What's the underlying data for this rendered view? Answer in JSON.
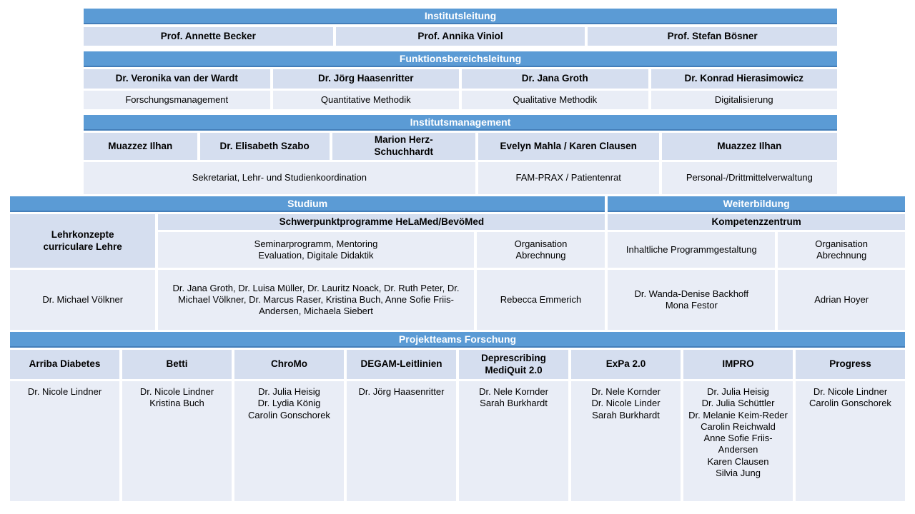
{
  "colors": {
    "header_blue": "#5B9BD5",
    "header_blue_border": "#447EB9",
    "cell_blue": "#D5DEEF",
    "cell_light": "#E9EDF6"
  },
  "institutsleitung": {
    "title": "Institutsleitung",
    "members": [
      "Prof. Annette Becker",
      "Prof. Annika Viniol",
      "Prof. Stefan Bösner"
    ]
  },
  "funktionsbereichsleitung": {
    "title": "Funktionsbereichsleitung",
    "members": [
      "Dr. Veronika van der Wardt",
      "Dr. Jörg Haasenritter",
      "Dr. Jana Groth",
      "Dr. Konrad Hierasimowicz"
    ],
    "functions": [
      "Forschungsmanagement",
      "Quantitative Methodik",
      "Qualitative Methodik",
      "Digitalisierung"
    ]
  },
  "institutsmanagement": {
    "title": "Institutsmanagement",
    "members": [
      "Muazzez Ilhan",
      "Dr. Elisabeth Szabo",
      "Marion Herz-\nSchuchhardt",
      "Evelyn Mahla / Karen Clausen",
      "Muazzez Ilhan"
    ],
    "functions": [
      "Sekretariat, Lehr- und Studienkoordination",
      "FAM-PRAX / Patientenrat",
      "Personal-/Drittmittelverwaltung"
    ]
  },
  "studium": {
    "title": "Studium",
    "lehrkonzepte_label": "Lehrkonzepte\ncurriculare Lehre",
    "lehrkonzepte_member": "Dr. Michael Völkner",
    "schwerpunkt_title": "Schwerpunktprogramme HeLaMed/BevöMed",
    "schwerpunkt_function": "Seminarprogramm, Mentoring\nEvaluation, Digitale Didaktik",
    "schwerpunkt_members": "Dr. Jana Groth, Dr. Luisa Müller, Dr. Lauritz Noack, Dr. Ruth Peter, Dr. Michael Völkner, Dr. Marcus Raser, Kristina Buch, Anne Sofie Friis-Andersen, Michaela Siebert",
    "organisation_function": "Organisation\nAbrechnung",
    "organisation_member": "Rebecca Emmerich"
  },
  "weiterbildung": {
    "title": "Weiterbildung",
    "kompetenz_title": "Kompetenzzentrum",
    "programm_function": "Inhaltliche Programmgestaltung",
    "programm_members": "Dr. Wanda-Denise Backhoff\nMona Festor",
    "organisation_function": "Organisation\nAbrechnung",
    "organisation_member": "Adrian Hoyer"
  },
  "projektteams": {
    "title": "Projektteams Forschung",
    "projects": [
      {
        "name": "Arriba Diabetes",
        "team": "Dr. Nicole Lindner"
      },
      {
        "name": "Betti",
        "team": "Dr. Nicole Lindner\nKristina Buch"
      },
      {
        "name": "ChroMo",
        "team": "Dr. Julia Heisig\nDr. Lydia König\nCarolin Gonschorek"
      },
      {
        "name": "DEGAM-Leitlinien",
        "team": "Dr. Jörg Haasenritter"
      },
      {
        "name": "Deprescribing\nMediQuit 2.0",
        "team": "Dr. Nele Kornder\nSarah Burkhardt"
      },
      {
        "name": "ExPa 2.0",
        "team": "Dr. Nele Kornder\nDr. Nicole Linder\nSarah Burkhardt"
      },
      {
        "name": "IMPRO",
        "team": "Dr. Julia Heisig\nDr. Julia Schüttler\nDr. Melanie Keim-Reder\nCarolin Reichwald\nAnne Sofie Friis-Andersen\nKaren Clausen\nSilvia Jung"
      },
      {
        "name": "Progress",
        "team": "Dr. Nicole Lindner\nCarolin Gonschorek"
      }
    ]
  }
}
